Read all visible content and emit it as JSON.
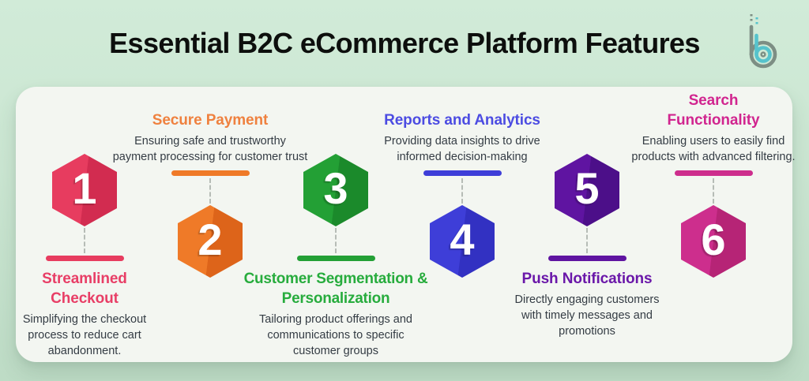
{
  "header": {
    "title": "Essential B2C eCommerce Platform Features"
  },
  "logo": {
    "gray": "#7d8e84",
    "teal": "#56c3cc"
  },
  "features": [
    {
      "number": "1",
      "title": "Streamlined Checkout",
      "description": "Simplifying the checkout process to reduce cart abandonment.",
      "color": "#E73C5F",
      "color_dark": "#D22C50",
      "text_color": "#E83E66"
    },
    {
      "number": "2",
      "title": "Secure Payment",
      "description": "Ensuring safe and trustworthy payment processing for customer trust",
      "color": "#EF7A28",
      "color_dark": "#DD641A",
      "text_color": "#EF813F"
    },
    {
      "number": "3",
      "title": "Customer Segmentation & Personalization",
      "description": "Tailoring product offerings and communications to specific customer groups",
      "color": "#23A035",
      "color_dark": "#1B8A2B",
      "text_color": "#27AC3D"
    },
    {
      "number": "4",
      "title": "Reports and Analytics",
      "description": "Providing data insights to drive informed decision-making",
      "color": "#3E3ED8",
      "color_dark": "#3231C2",
      "text_color": "#4C4CE2"
    },
    {
      "number": "5",
      "title": "Push Notifications",
      "description": "Directly engaging customers with timely messages and promotions",
      "color": "#5F14A1",
      "color_dark": "#4C0F89",
      "text_color": "#6A17A9"
    },
    {
      "number": "6",
      "title": "Search Functionality",
      "description": "Enabling users to easily find products with advanced filtering.",
      "color": "#CD2E8D",
      "color_dark": "#B62476",
      "text_color": "#D1258F"
    }
  ]
}
